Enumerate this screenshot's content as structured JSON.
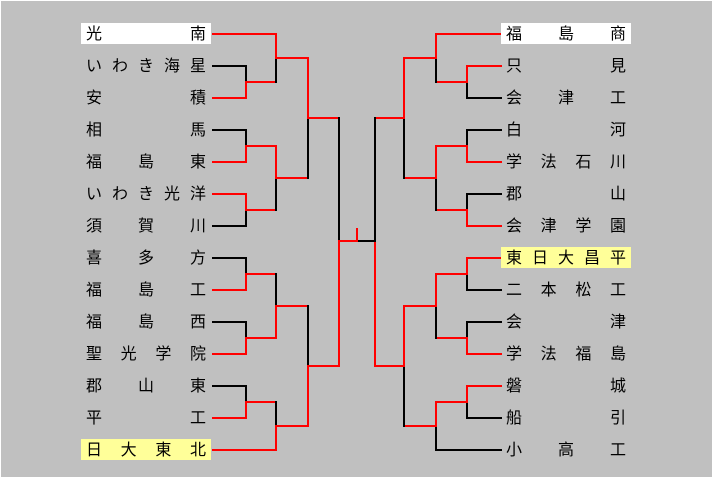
{
  "page": {
    "background_color": "#c0c0c0",
    "description": "tournament-bracket"
  },
  "colors": {
    "line": "#000000",
    "win_path": "#ff0000",
    "finalist_highlight": "#ffff99",
    "seed_highlight": "#ffffff",
    "text": "#000000"
  },
  "bracket": {
    "left": {
      "teams": [
        {
          "name": "光南",
          "highlight": "white"
        },
        {
          "name": "いわき海星",
          "highlight": "none"
        },
        {
          "name": "安積",
          "highlight": "none"
        },
        {
          "name": "相馬",
          "highlight": "none"
        },
        {
          "name": "福島東",
          "highlight": "none"
        },
        {
          "name": "いわき光洋",
          "highlight": "none"
        },
        {
          "name": "須賀川",
          "highlight": "none"
        },
        {
          "name": "喜多方",
          "highlight": "none"
        },
        {
          "name": "福島工",
          "highlight": "none"
        },
        {
          "name": "福島西",
          "highlight": "none"
        },
        {
          "name": "聖光学院",
          "highlight": "none"
        },
        {
          "name": "郡山東",
          "highlight": "none"
        },
        {
          "name": "平工",
          "highlight": "none"
        },
        {
          "name": "日大東北",
          "highlight": "yellow"
        }
      ]
    },
    "right": {
      "teams": [
        {
          "name": "福島商",
          "highlight": "white"
        },
        {
          "name": "只見",
          "highlight": "none"
        },
        {
          "name": "会津工",
          "highlight": "none"
        },
        {
          "name": "白河",
          "highlight": "none"
        },
        {
          "name": "学法石川",
          "highlight": "none"
        },
        {
          "name": "郡山",
          "highlight": "none"
        },
        {
          "name": "会津学園",
          "highlight": "none"
        },
        {
          "name": "東日大昌平",
          "highlight": "yellow"
        },
        {
          "name": "二本松工",
          "highlight": "none"
        },
        {
          "name": "会津",
          "highlight": "none"
        },
        {
          "name": "学法福島",
          "highlight": "none"
        },
        {
          "name": "磐城",
          "highlight": "none"
        },
        {
          "name": "船引",
          "highlight": "none"
        },
        {
          "name": "小高工",
          "highlight": "none"
        }
      ]
    },
    "results": {
      "left": {
        "round1_winners": [
          "安積",
          "福島東",
          "いわき光洋",
          "福島工",
          "聖光学院",
          "平工"
        ],
        "round2_winners": [
          "光南",
          "福島東",
          "聖光学院",
          "日大東北"
        ],
        "quarterfinal_winners": [
          "光南",
          "日大東北"
        ],
        "semifinal_winner": "日大東北"
      },
      "right": {
        "round1_winners": [
          "只見",
          "学法石川",
          "会津学園",
          "東日大昌平",
          "学法福島",
          "磐城"
        ],
        "round2_winners": [
          "福島商",
          "学法石川",
          "東日大昌平",
          "磐城"
        ],
        "quarterfinal_winners": [
          "福島商",
          "東日大昌平"
        ],
        "semifinal_winner": "東日大昌平"
      },
      "final": {
        "champion": "日大東北",
        "runner_up": "東日大昌平"
      }
    }
  }
}
